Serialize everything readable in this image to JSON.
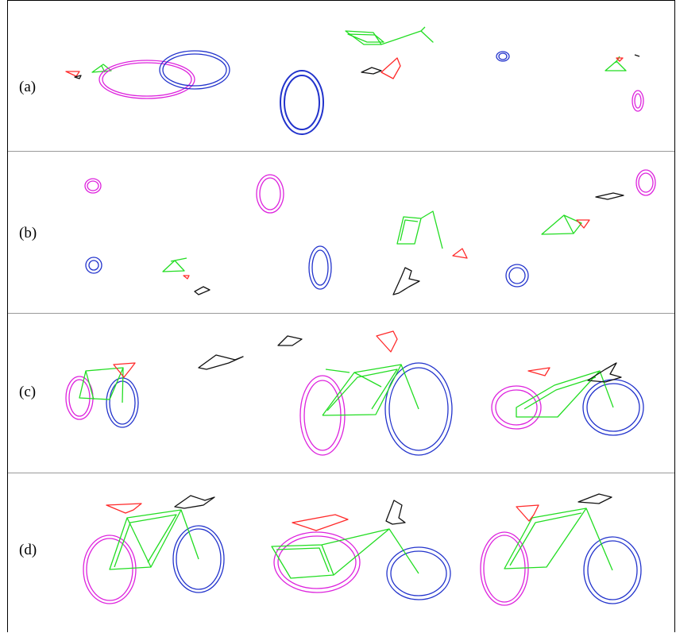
{
  "rows": [
    {
      "label": "(a)"
    },
    {
      "label": "(b)"
    },
    {
      "label": "(c)"
    },
    {
      "label": "(d)"
    }
  ],
  "colors": {
    "saddle": "#ff2a2a",
    "frame": "#22dd22",
    "front_wheel": "#2233cc",
    "rear_wheel": "#dd22dd",
    "handlebar": "#111111"
  }
}
